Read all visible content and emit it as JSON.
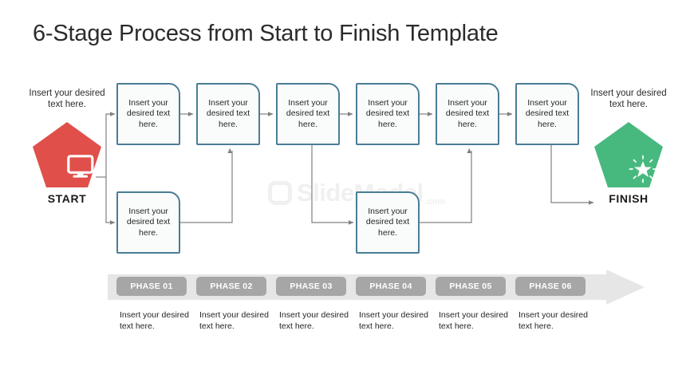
{
  "slide": {
    "title": "6-Stage Process from Start to Finish Template",
    "watermark": "SlideModel",
    "watermark_suffix": ".com"
  },
  "start": {
    "caption": "Insert your desired text here.",
    "label": "START",
    "icon": "monitor-icon",
    "color": "#e04f4a"
  },
  "finish": {
    "caption": "Insert your desired text here.",
    "label": "FINISH",
    "icon": "sparkle-star-icon",
    "color": "#47b97f"
  },
  "box_style": {
    "border_color": "#4a7d96",
    "fill_color": "#fafbfb"
  },
  "top_boxes": [
    {
      "text": "Insert your desired text here."
    },
    {
      "text": "Insert your desired text here."
    },
    {
      "text": "Insert your desired text here."
    },
    {
      "text": "Insert your desired text here."
    },
    {
      "text": "Insert your desired text here."
    },
    {
      "text": "Insert your desired text here."
    }
  ],
  "lower_boxes": [
    {
      "text": "Insert your desired text here."
    },
    {
      "text": "Insert your desired text here."
    }
  ],
  "phase_band": {
    "band_color": "#e6e6e6",
    "pill_color": "#a6a6a6",
    "phases": [
      {
        "label": "PHASE 01",
        "caption": "Insert your desired text here."
      },
      {
        "label": "PHASE 02",
        "caption": "Insert your desired text here."
      },
      {
        "label": "PHASE 03",
        "caption": "Insert your desired text here."
      },
      {
        "label": "PHASE 04",
        "caption": "Insert your desired text here."
      },
      {
        "label": "PHASE 05",
        "caption": "Insert your desired text here."
      },
      {
        "label": "PHASE 06",
        "caption": "Insert your desired text here."
      }
    ]
  }
}
